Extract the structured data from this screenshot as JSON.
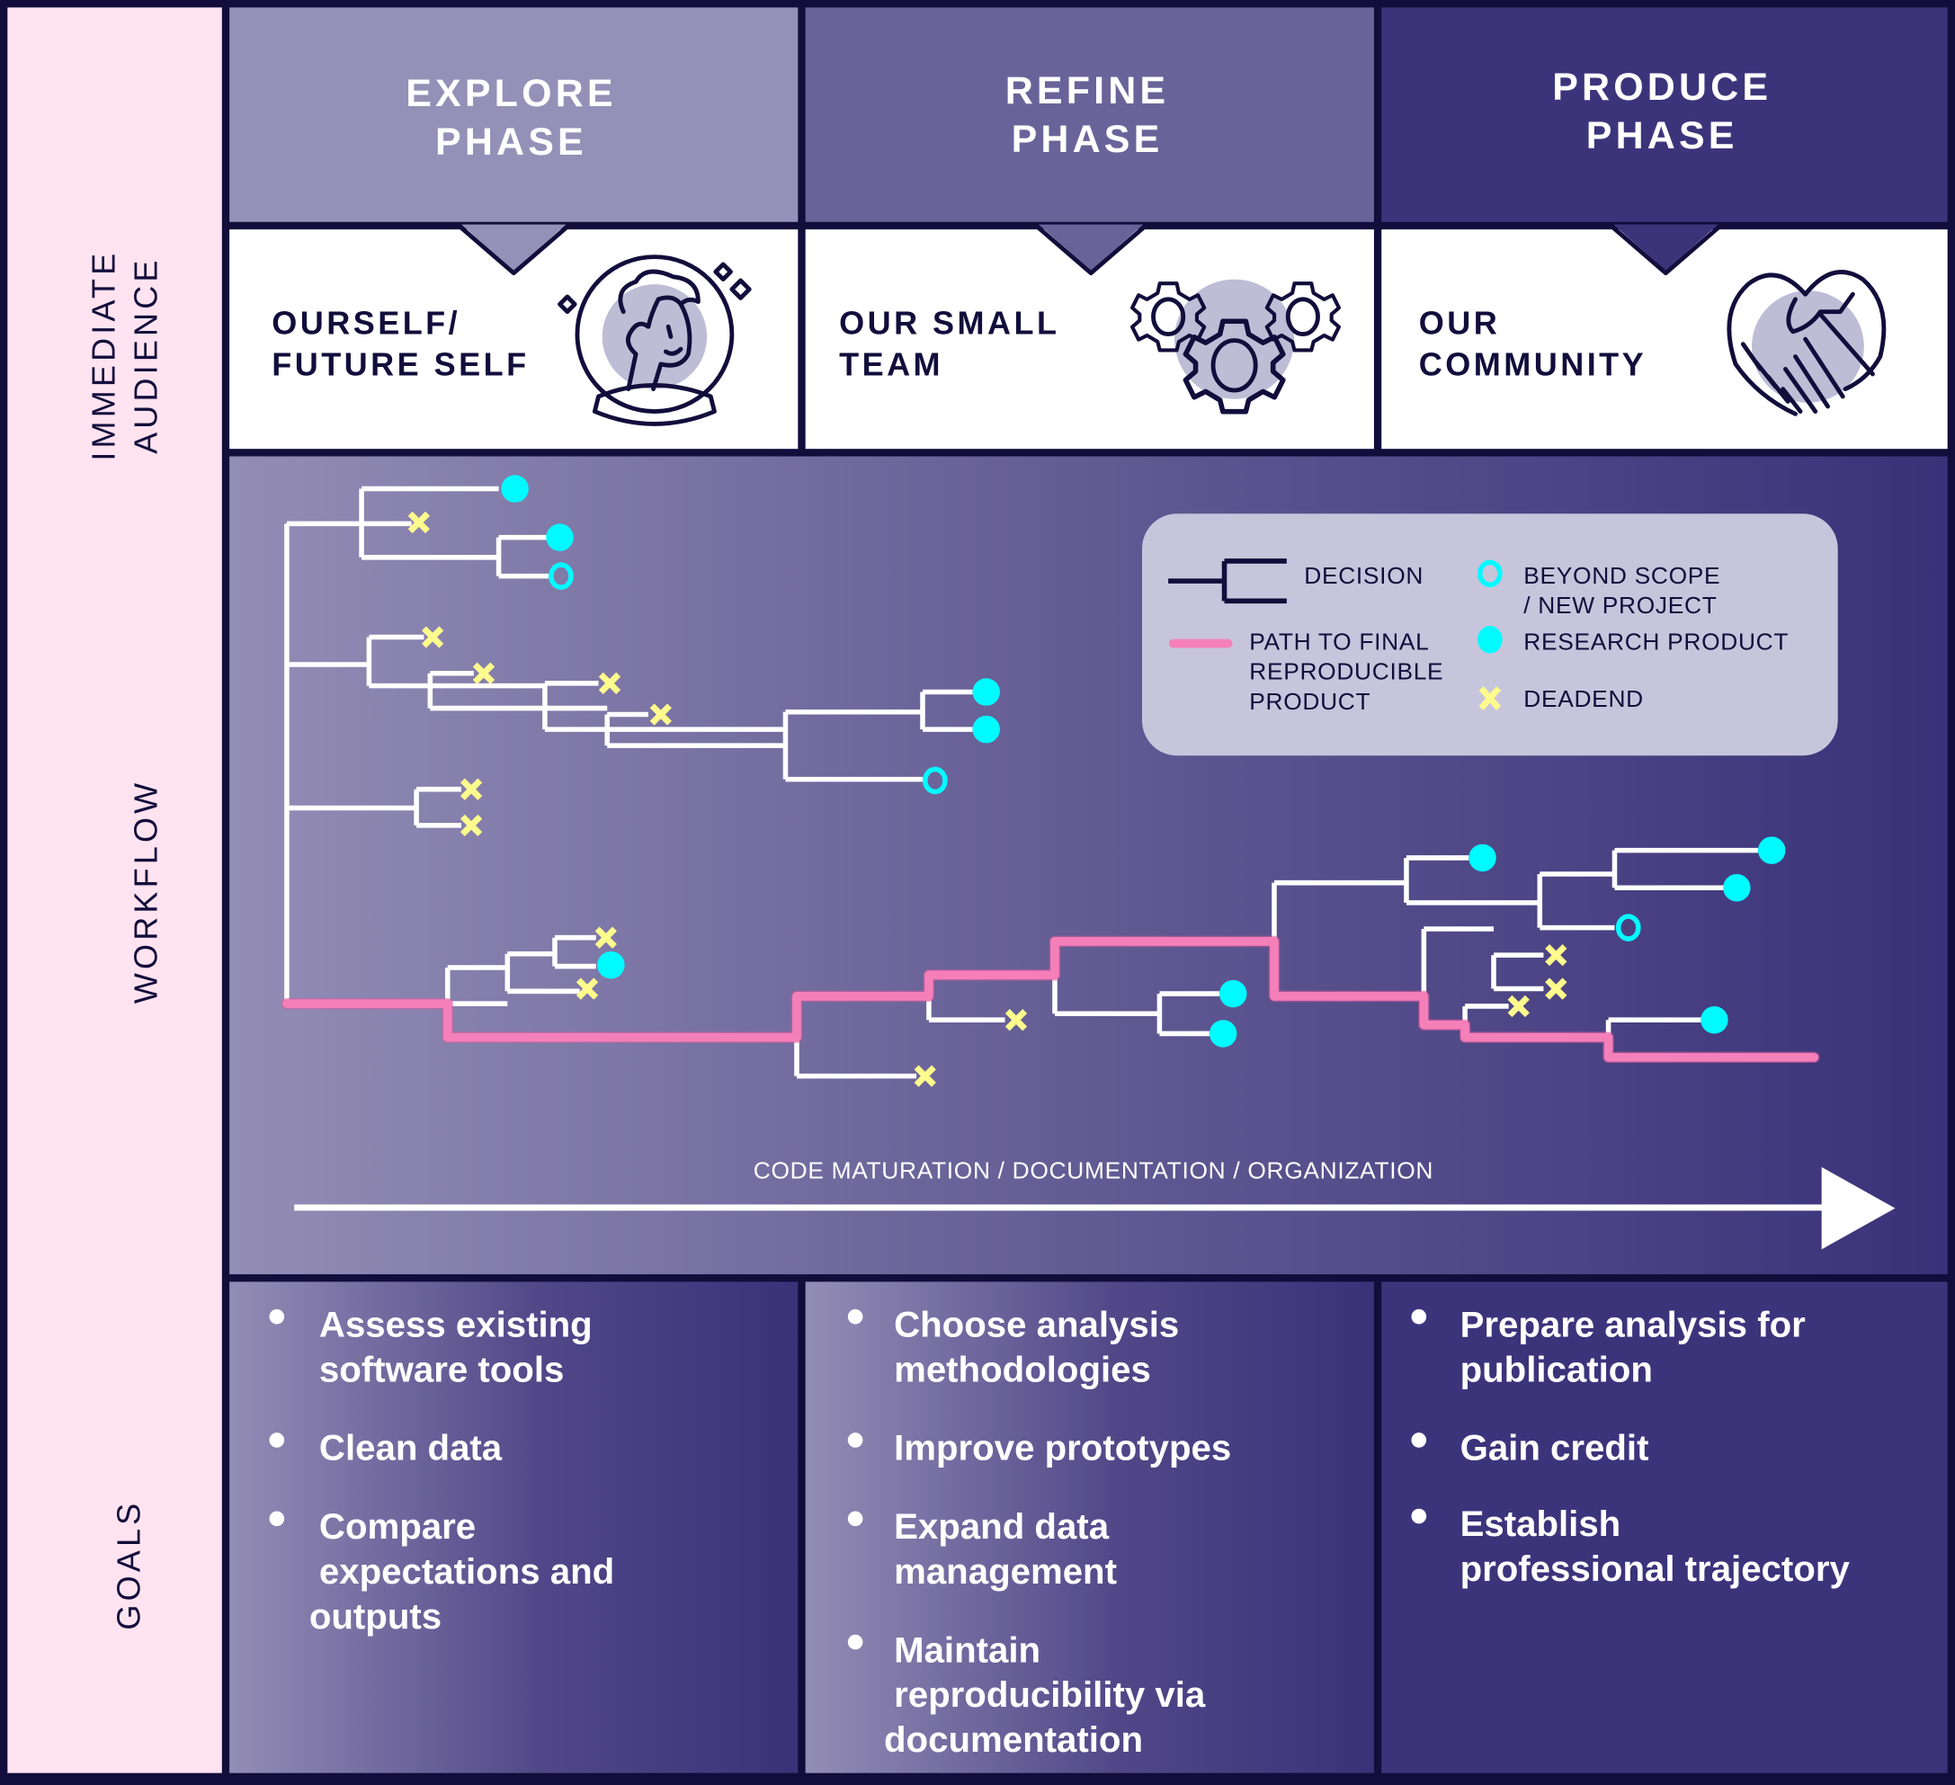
{
  "colors": {
    "border": "#120d3b",
    "sidebar_bg": "#ffe3f0",
    "explore": "#9590b7",
    "refine": "#6a6399",
    "produce": "#3c347b",
    "workflow_gradient_start": "#938db6",
    "workflow_gradient_end": "#3a3279",
    "legend_bg": "#c7c5dc",
    "research_product": "#00fbff",
    "deadend": "#fdfb8d",
    "path_to_final": "#f57fb9",
    "branch_line": "#ffffff"
  },
  "row_labels": {
    "audience": [
      "IMMEDIATE",
      "AUDIENCE"
    ],
    "workflow": "WORKFLOW",
    "goals": "GOALS"
  },
  "phases": [
    {
      "title": [
        "EXPLORE",
        "PHASE"
      ],
      "audience": [
        "OURSELF/",
        "FUTURE SELF"
      ],
      "audience_icon": "person-portrait-icon",
      "goals": [
        [
          "Assess existing",
          "software tools"
        ],
        [
          "Clean data"
        ],
        [
          "Compare",
          "expectations and",
          "outputs"
        ]
      ]
    },
    {
      "title": [
        "REFINE",
        "PHASE"
      ],
      "audience": [
        "OUR SMALL",
        "TEAM"
      ],
      "audience_icon": "gears-icon",
      "goals": [
        [
          "Choose analysis",
          "methodologies"
        ],
        [
          "Improve prototypes"
        ],
        [
          "Expand data",
          "management"
        ],
        [
          "Maintain",
          "reproducibility via",
          "documentation"
        ]
      ]
    },
    {
      "title": [
        "PRODUCE",
        "PHASE"
      ],
      "audience": [
        "OUR",
        "COMMUNITY"
      ],
      "audience_icon": "handshake-heart-icon",
      "goals": [
        [
          "Prepare analysis for",
          "publication"
        ],
        [
          "Gain credit"
        ],
        [
          "Establish",
          "professional trajectory"
        ]
      ]
    }
  ],
  "legend": {
    "decision": "DECISION",
    "path_to_final": [
      "PATH TO FINAL",
      "REPRODUCIBLE",
      "PRODUCT"
    ],
    "beyond_scope": [
      "BEYOND SCOPE",
      "/ NEW PROJECT"
    ],
    "research_product": "RESEARCH PRODUCT",
    "deadend": "DEADEND"
  },
  "axis_label": "CODE MATURATION / DOCUMENTATION / ORGANIZATION",
  "workflow_tree": {
    "branch_count": 37,
    "outcome_counts": {
      "research_product": 11,
      "beyond_scope": 3,
      "deadend": 14
    }
  }
}
